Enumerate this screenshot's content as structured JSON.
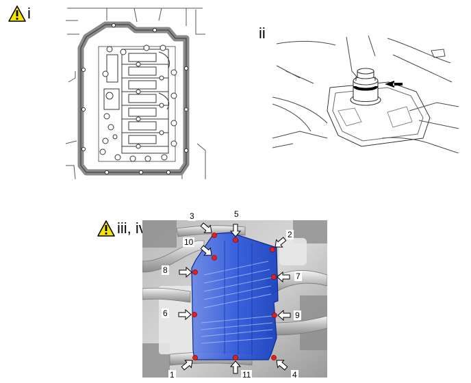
{
  "labels": {
    "step_i": "i",
    "step_ii": "ii",
    "step_iii_iv": "iii,  iv"
  },
  "icons": {
    "warning": "warning-triangle-icon",
    "arrow": "push-arrow-icon"
  },
  "colors": {
    "warning_fill": "#f5e600",
    "pan_blue": "#1f4fd6",
    "bolt_red": "#e0201a"
  },
  "bolt_numbers": {
    "n1": "1",
    "n2": "2",
    "n3": "3",
    "n4": "4",
    "n5": "5",
    "n6": "6",
    "n7": "7",
    "n8": "8",
    "n9": "9",
    "n10": "10",
    "n11": "11"
  }
}
